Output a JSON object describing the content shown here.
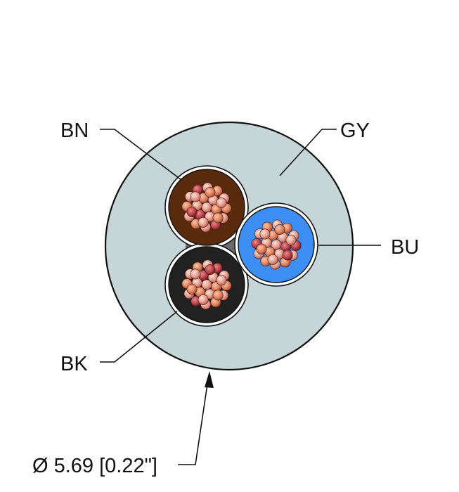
{
  "labels": {
    "bn": "BN",
    "gy": "GY",
    "bu": "BU",
    "bk": "BK",
    "diameter": "Ø 5.69 [0.22\"]"
  },
  "colors": {
    "jacket": "#c5d5d8",
    "brown": "#5a2a0d",
    "blue": "#3c8cf2",
    "black": "#222222",
    "filler": "#6e6e6e",
    "strand_light": "#e9a99a",
    "strand_mid": "#d98470",
    "strand_dark": "#a8323a"
  }
}
